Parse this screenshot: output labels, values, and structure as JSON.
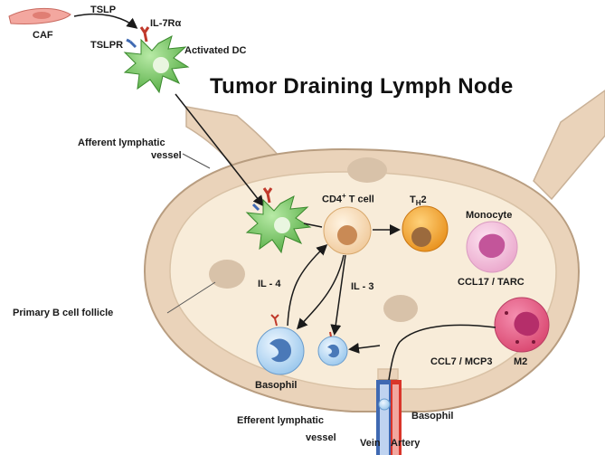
{
  "title": "Tumor Draining Lymph Node",
  "labels": {
    "caf": "CAF",
    "tslp": "TSLP",
    "il7ra": "IL-7Rα",
    "tslpr": "TSLPR",
    "activated_dc": "Activated DC",
    "afferent_line1": "Afferent  lymphatic",
    "afferent_line2": "vessel",
    "cd4_main": "CD4",
    "cd4_sup": "+",
    "cd4_rest": " T cell",
    "th2_main": "T",
    "th2_sub": "H",
    "th2_rest": "2",
    "monocyte": "Monocyte",
    "ccl17": "CCL17 / TARC",
    "il4": "IL - 4",
    "il3": "IL - 3",
    "primary_b": "Primary  B  cell follicle",
    "ccl7": "CCL7 / MCP3",
    "m2": "M2",
    "basophil_left": "Basophil",
    "basophil_vessel": "Basophil",
    "efferent_line1": "Efferent  lymphatic",
    "efferent_line2": "vessel",
    "vein": "Vein",
    "artery": "Artery"
  },
  "colors": {
    "capsule": "#ead3ba",
    "interior": "#f8ecd9",
    "follicle": "#d8c2a9",
    "dc_green": "#7dc86a",
    "tcell": "#f7dcb6",
    "th2": "#f4a937",
    "monocyte": "#f3bfdb",
    "m2": "#e8638c",
    "basophil": "#b9daf3",
    "artery_red": "#d9352a",
    "vein_blue": "#3f69b2"
  }
}
